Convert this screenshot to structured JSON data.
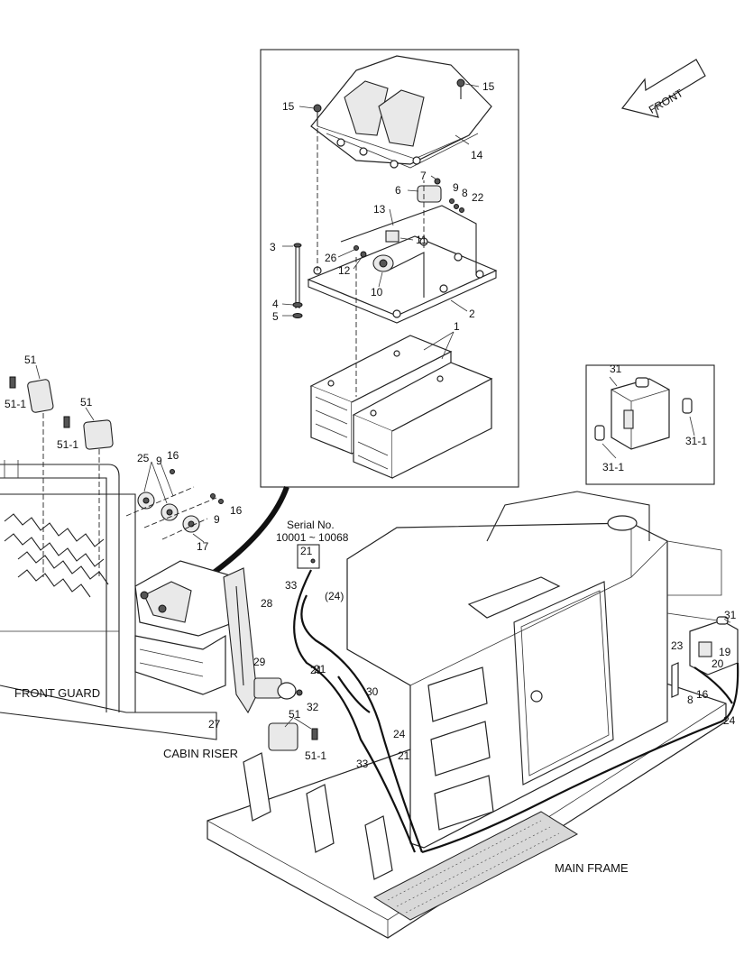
{
  "labels": {
    "front_arrow": "FRONT",
    "serial_title": "Serial No.",
    "serial_range": "10001 ~ 10068",
    "front_guard": "FRONT GUARD",
    "cabin_riser": "CABIN RISER",
    "main_frame": "MAIN FRAME"
  },
  "callouts": {
    "c15a": "15",
    "c15b": "15",
    "c14": "14",
    "c7": "7",
    "c9a": "9",
    "c8a": "8",
    "c22": "22",
    "c6": "6",
    "c13": "13",
    "c11": "11",
    "c3": "3",
    "c26": "26",
    "c12": "12",
    "c10": "10",
    "c4": "4",
    "c5": "5",
    "c2": "2",
    "c1": "1",
    "c31a": "31",
    "c31_1a": "31-1",
    "c31_1b": "31-1",
    "c51a": "51",
    "c51_1a": "51-1",
    "c51b": "51",
    "c51_1b": "51-1",
    "c25": "25",
    "c9b": "9",
    "c16a": "16",
    "c9c": "9",
    "c16b": "16",
    "c17": "17",
    "c21a": "21",
    "c33a": "33",
    "c24a": "(24)",
    "c28": "28",
    "c29": "29",
    "c21b": "21",
    "c30": "30",
    "c32": "32",
    "c27": "27",
    "c51c": "51",
    "c51_1c": "51-1",
    "c24b": "24",
    "c21c": "21",
    "c33b": "33",
    "c31b": "31",
    "c23": "23",
    "c19": "19",
    "c20": "20",
    "c8b": "8",
    "c16c": "16",
    "c24c": "24"
  }
}
